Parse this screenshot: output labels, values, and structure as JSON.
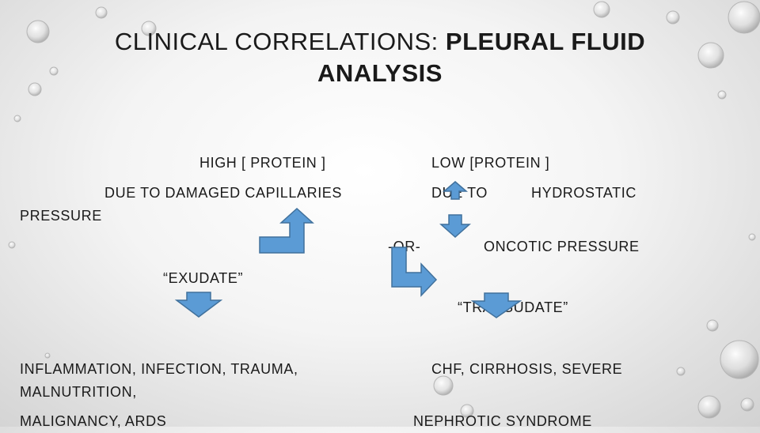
{
  "slide": {
    "title_plain": "CLINICAL CORRELATIONS: ",
    "title_bold_1": "PLEURAL FLUID",
    "title_bold_2": "ANALYSIS"
  },
  "left": {
    "heading": "HIGH [ PROTEIN ]",
    "cause_line1": "DUE TO DAMAGED CAPILLARIES",
    "cause_line2": "PRESSURE",
    "result": "“EXUDATE”",
    "examples_line1": "INFLAMMATION, INFECTION, TRAUMA,",
    "examples_line2": "MALNUTRITION,",
    "examples_line3": "MALIGNANCY, ARDS"
  },
  "right": {
    "heading": "LOW [PROTEIN ]",
    "cause_a": "DUE TO",
    "cause_b": "HYDROSTATIC",
    "or_label": "-OR-",
    "cause_c": "ONCOTIC PRESSURE",
    "result": "“TRANSUDATE”",
    "examples_line1": "CHF, CIRRHOSIS, SEVERE",
    "examples_line2": "NEPHROTIC SYNDROME"
  },
  "colors": {
    "arrow_fill": "#5b9bd5",
    "arrow_stroke": "#41719c"
  },
  "icons": [
    "bent-arrow-up-icon",
    "down-arrow-icon",
    "bent-arrow-down-icon"
  ]
}
